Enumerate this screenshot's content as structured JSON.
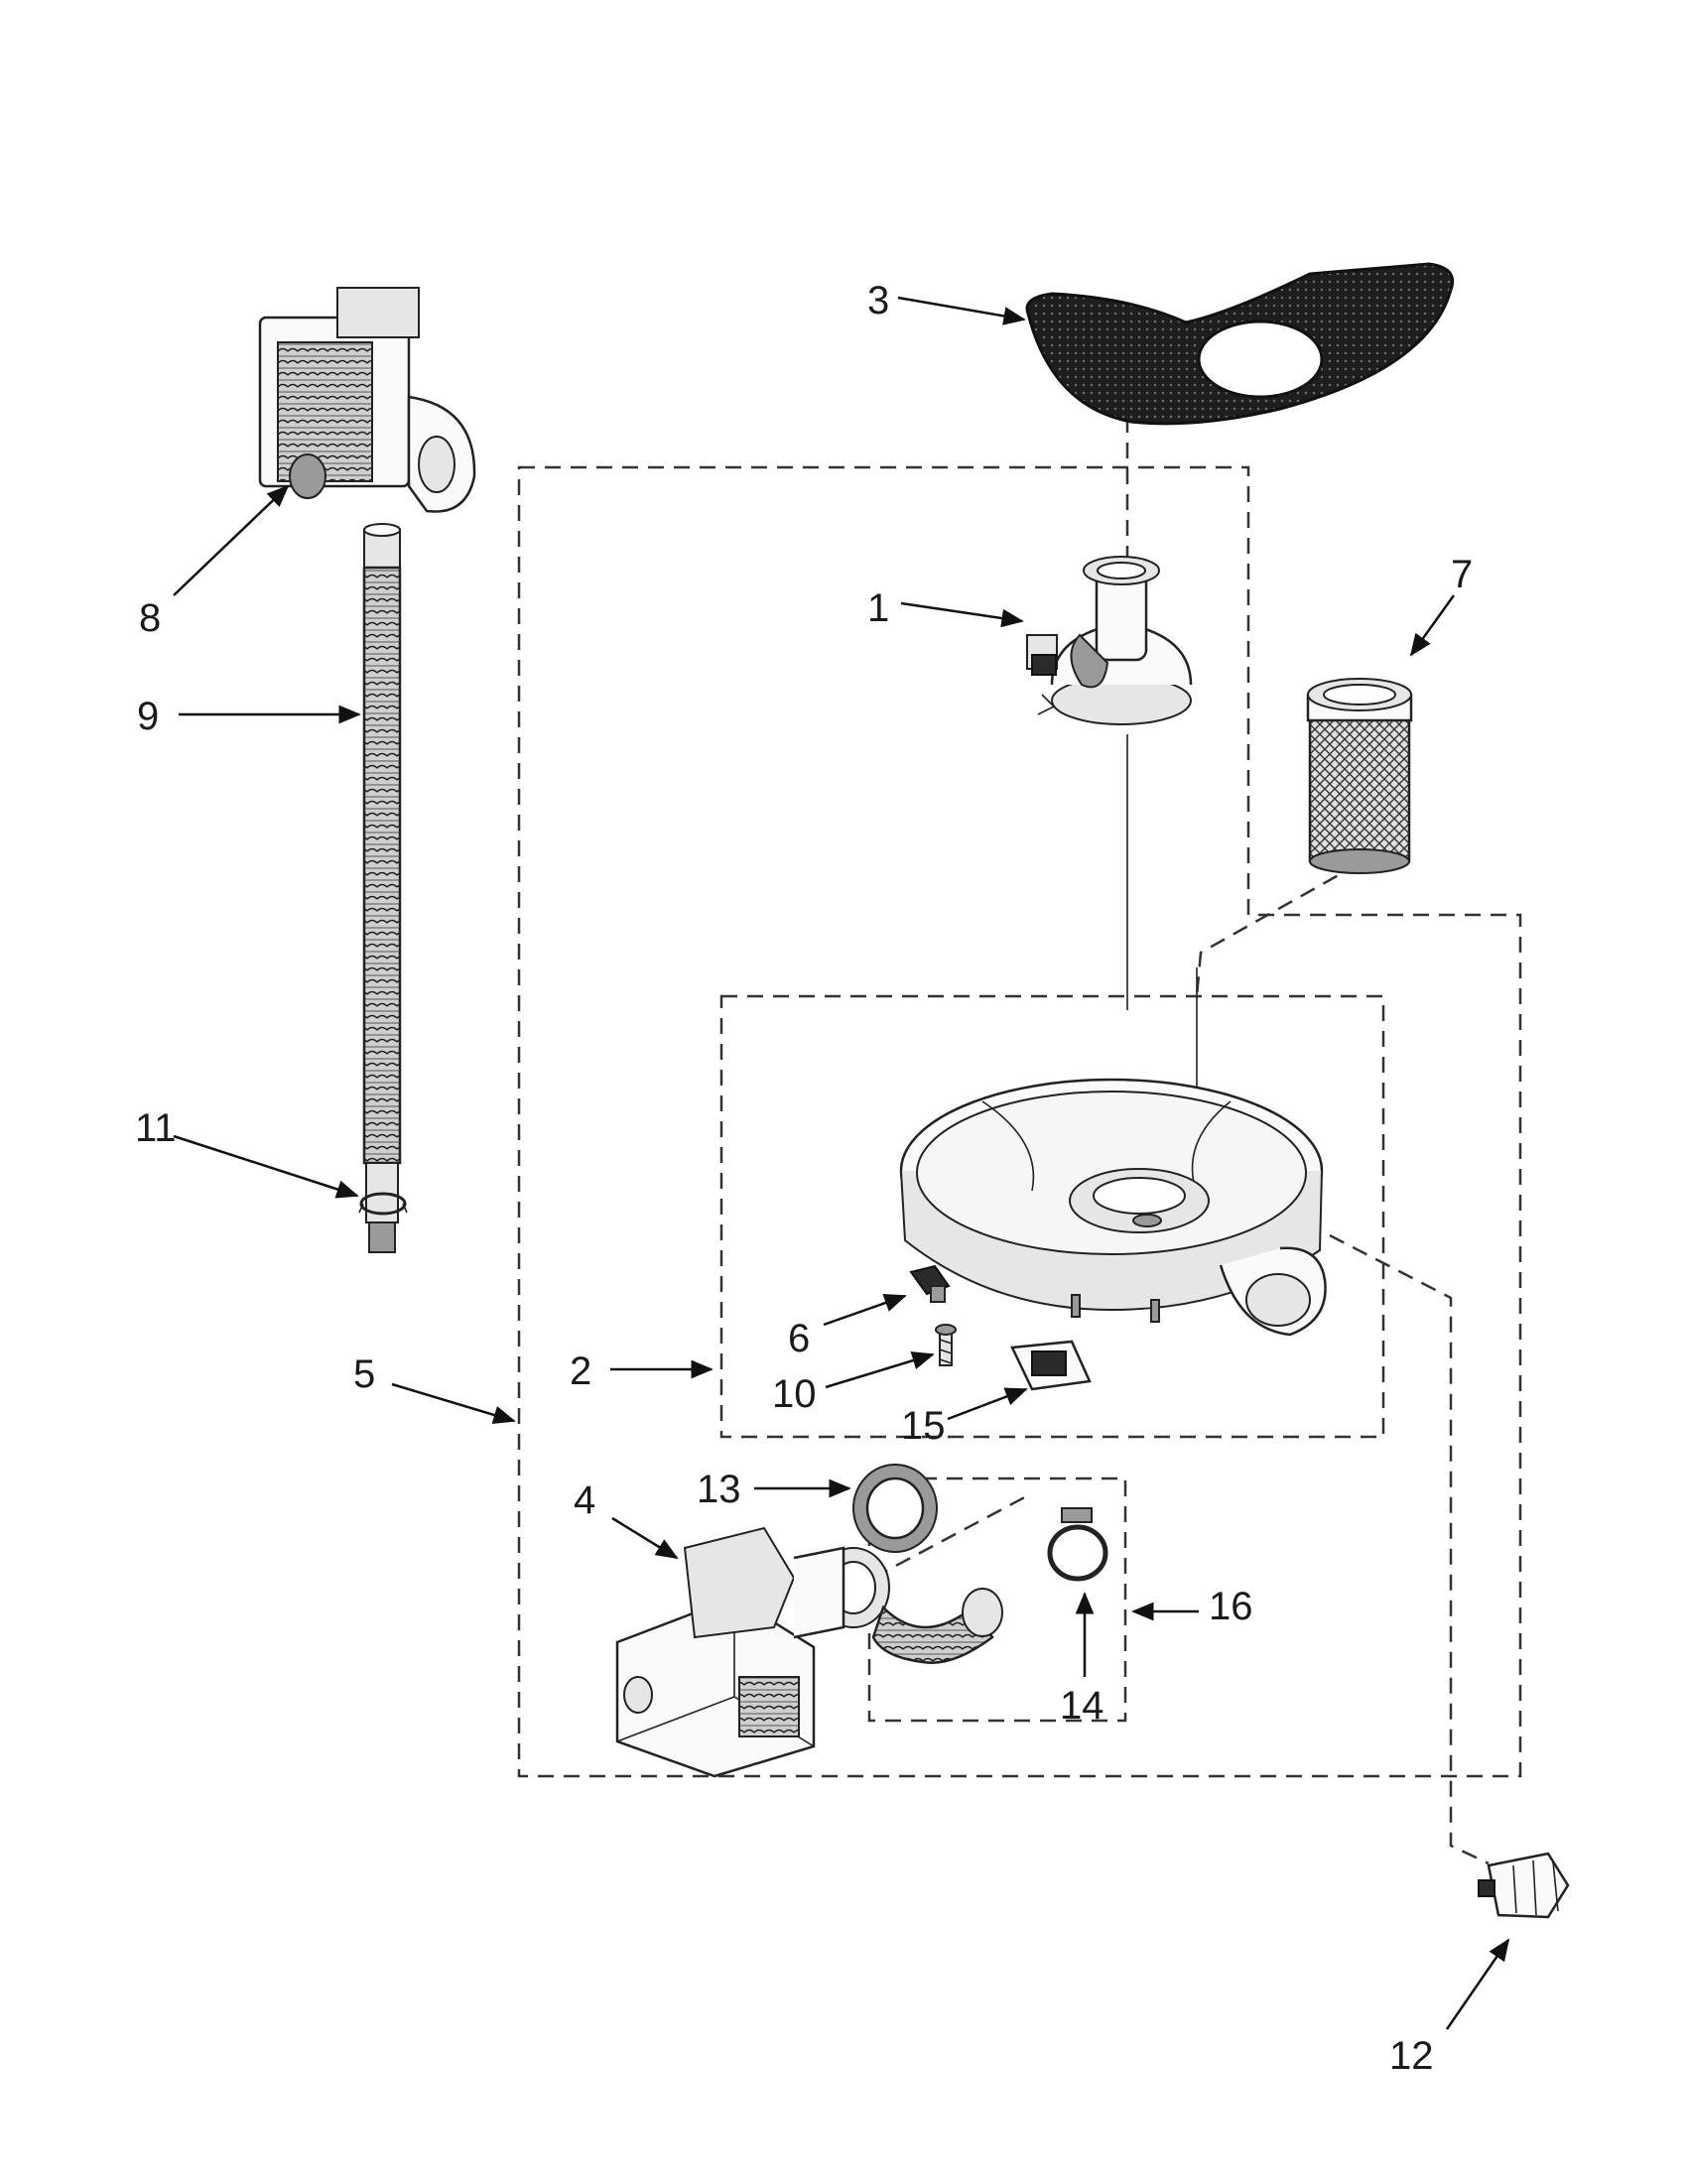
{
  "diagram": {
    "callouts": {
      "c1": "1",
      "c2": "2",
      "c3": "3",
      "c4": "4",
      "c5": "5",
      "c6": "6",
      "c7": "7",
      "c8": "8",
      "c9": "9",
      "c10": "10",
      "c11": "11",
      "c12": "12",
      "c13": "13",
      "c14": "14",
      "c15": "15",
      "c16": "16"
    },
    "parts": [
      {
        "callout": "1",
        "icon": "pump-housing-valve-icon"
      },
      {
        "callout": "2",
        "icon": "sump-assembly-group-icon"
      },
      {
        "callout": "3",
        "icon": "filter-screen-icon"
      },
      {
        "callout": "4",
        "icon": "circulation-pump-motor-icon"
      },
      {
        "callout": "5",
        "icon": "pump-and-motor-assembly-group-icon"
      },
      {
        "callout": "6",
        "icon": "clip-icon"
      },
      {
        "callout": "7",
        "icon": "cylindrical-filter-icon"
      },
      {
        "callout": "8",
        "icon": "drain-pump-icon"
      },
      {
        "callout": "9",
        "icon": "drain-hose-icon"
      },
      {
        "callout": "10",
        "icon": "screw-icon"
      },
      {
        "callout": "11",
        "icon": "hose-clamp-icon"
      },
      {
        "callout": "12",
        "icon": "sensor-icon"
      },
      {
        "callout": "13",
        "icon": "seal-ring-icon"
      },
      {
        "callout": "14",
        "icon": "hose-clamp-icon"
      },
      {
        "callout": "15",
        "icon": "connector-icon"
      },
      {
        "callout": "16",
        "icon": "hose-kit-group-icon"
      }
    ]
  }
}
